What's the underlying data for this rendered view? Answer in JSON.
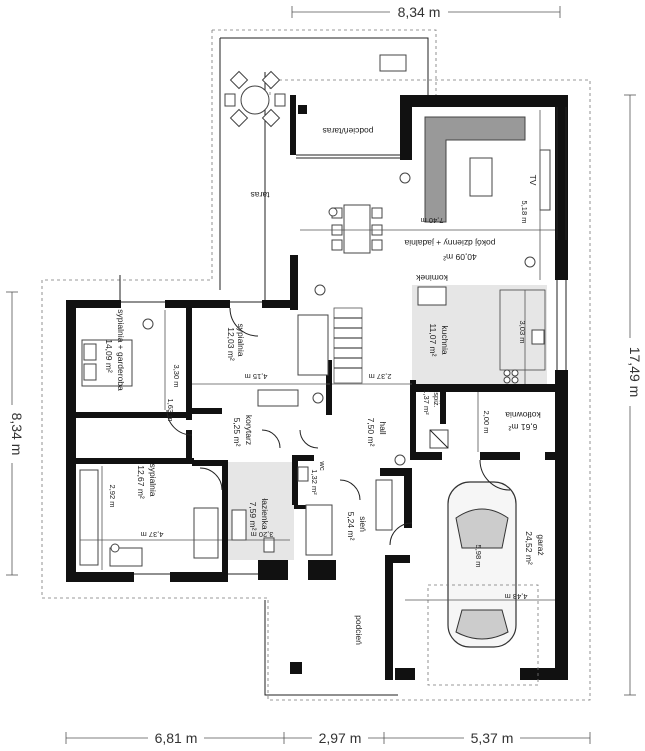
{
  "dimensions": {
    "top": "8,34 m",
    "bottom_left": "6,81 m",
    "bottom_mid": "2,97 m",
    "bottom_right": "5,37 m",
    "left": "8,34 m",
    "right": "17,49 m"
  },
  "rooms": {
    "podcien_taras": "podcień/taras",
    "taras": "taras",
    "pokoj_dzienny_name": "pokój dzienny + jadalnia",
    "pokoj_dzienny_area": "40,09 m²",
    "tv": "TV",
    "kominek": "kominek",
    "kuchnia_name": "kuchnia",
    "kuchnia_area": "11,07 m²",
    "sypialnia_garderoba_name": "sypialnia + garderoba",
    "sypialnia_garderoba_area": "14,09 m²",
    "sypialnia1_name": "sypialnia",
    "sypialnia1_area": "12,03 m²",
    "korytarz_name": "korytarz",
    "korytarz_area": "5,25 m²",
    "hall_name": "hall",
    "hall_area": "7,50 m²",
    "spiz_name": "spiż.",
    "spiz_area": "1,37 m²",
    "kotlownia_name": "kotłownia",
    "kotlownia_area": "6,61 m²",
    "sypialnia2_name": "sypialnia",
    "sypialnia2_area": "12,67 m²",
    "wc_name": "wc",
    "wc_area": "1,32 m²",
    "lazienka_name": "łazienka",
    "lazienka_area": "7,59 m²",
    "sien_name": "sień",
    "sien_area": "5,24 m²",
    "garaz_name": "garaż",
    "garaz_area": "24,52 m²",
    "podcien": "podcień"
  },
  "inner_dims": {
    "d740": "7,40 m",
    "d518": "5,18 m",
    "d303": "3,03 m",
    "d330": "3,30 m",
    "d415": "4,15 m",
    "d237": "2,37 m",
    "d163": "1,63 m",
    "d200": "2,00 m",
    "d292": "2,92 m",
    "d437": "4,37 m",
    "d320": "3,20 m",
    "d598": "5,98 m",
    "d443": "4,43 m"
  }
}
